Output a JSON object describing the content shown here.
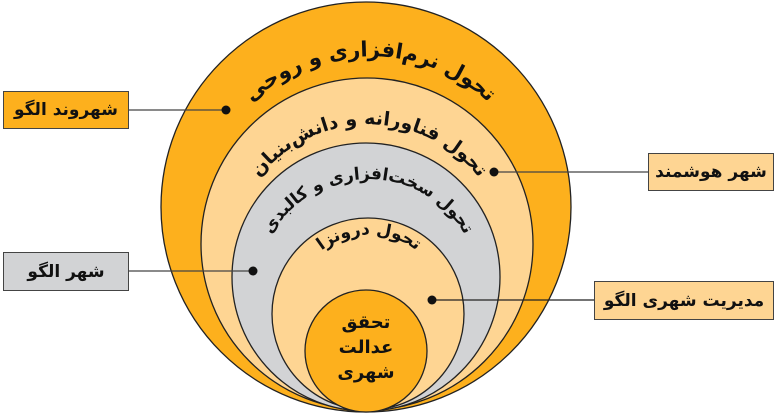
{
  "colors": {
    "orange": "#FDB01D",
    "light_orange": "#FED593",
    "gray": "#D2D3D5",
    "outline": "#222222",
    "connector": "#444444"
  },
  "rings": [
    {
      "level": 1,
      "label": "تحول نرم‌افزاری و روحی",
      "fill": "#FDB01D"
    },
    {
      "level": 2,
      "label": "تحول فناورانه و دانش‌بنیان",
      "fill": "#FED593"
    },
    {
      "level": 3,
      "label": "تحول سخت‌افزاری و کالبدی",
      "fill": "#D2D3D5"
    },
    {
      "level": 4,
      "label": "تحول درونزا",
      "fill": "#FED593"
    },
    {
      "level": 5,
      "label_lines": [
        "تحقق",
        "عدالت",
        "شهری"
      ],
      "fill": "#FDB01D"
    }
  ],
  "callouts": {
    "citizen": {
      "label": "شهروند الگو",
      "fill": "#FDB01D"
    },
    "smart_city": {
      "label": "شهر هوشمند",
      "fill": "#FED593"
    },
    "model_city": {
      "label": "شهر الگو",
      "fill": "#D2D3D5"
    },
    "urban_management": {
      "label": "مدیریت شهری الگو",
      "fill": "#FED593"
    }
  }
}
